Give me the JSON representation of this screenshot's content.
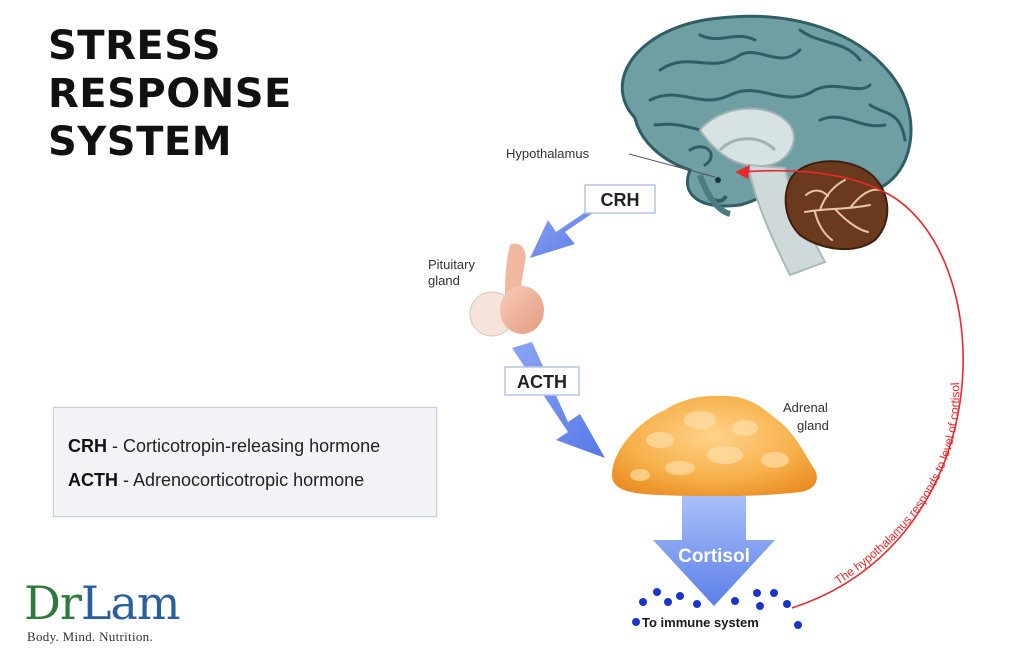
{
  "title": {
    "line1": "STRESS",
    "line2": "RESPONSE",
    "line3": "SYSTEM"
  },
  "labels": {
    "hypothalamus": "Hypothalamus",
    "pituitary_line1": "Pituitary",
    "pituitary_line2": "gland",
    "adrenal_line1": "Adrenal",
    "adrenal_line2": "gland",
    "crh": "CRH",
    "acth": "ACTH",
    "cortisol": "Cortisol",
    "immune": "To immune system",
    "feedback": "The hypothalamus responds to level of cortisol"
  },
  "legend": {
    "items": [
      {
        "abbr": "CRH",
        "desc": " - Corticotropin-releasing hormone"
      },
      {
        "abbr": "ACTH",
        "desc": " - Adrenocorticotropic hormone"
      }
    ]
  },
  "logo": {
    "dr": "Dr",
    "lam": "Lam",
    "tagline": "Body. Mind. Nutrition."
  },
  "colors": {
    "brain": "#6f9fa3",
    "cerebellum": "#6b3a1e",
    "pituitary": "#f2b49a",
    "adrenal": "#f4a540",
    "arrow": "#6c8ff0",
    "feedback": "#e8282c",
    "molecule": "#1a35c8"
  }
}
